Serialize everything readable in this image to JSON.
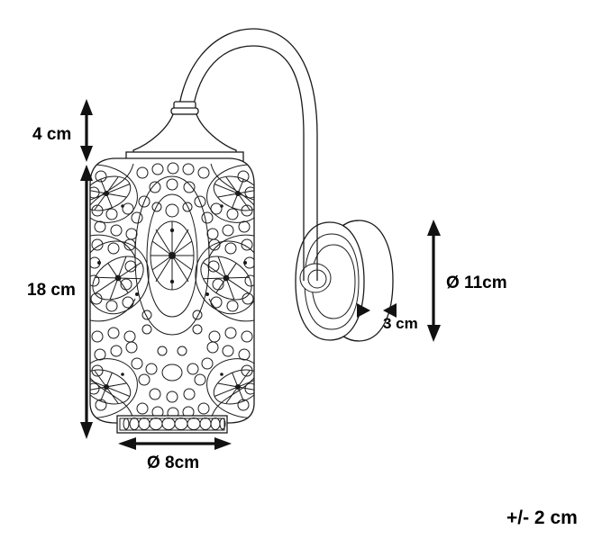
{
  "drawing": {
    "title": "Wall lamp technical dimension drawing",
    "subject": "moroccan-style wall sconce",
    "background_color": "#ffffff",
    "line_color": "#1a1a1a",
    "text_color": "#000000"
  },
  "dimensions": {
    "shade_height": {
      "label": "18 cm",
      "value": 18,
      "unit": "cm",
      "orientation": "vertical",
      "name": "shade-height"
    },
    "cap_height": {
      "label": "4 cm",
      "value": 4,
      "unit": "cm",
      "orientation": "vertical",
      "name": "cap-height"
    },
    "shade_diameter": {
      "label": "Ø 8cm",
      "value": 8,
      "unit": "cm",
      "orientation": "horizontal",
      "name": "shade-diameter"
    },
    "backplate_diameter": {
      "label": "Ø 11cm",
      "value": 11,
      "unit": "cm",
      "orientation": "vertical",
      "name": "backplate-diameter"
    },
    "backplate_depth": {
      "label": "3 cm",
      "value": 3,
      "unit": "cm",
      "orientation": "horizontal",
      "name": "backplate-depth"
    }
  },
  "tolerance": {
    "label": "+/- 2 cm",
    "value": 2,
    "unit": "cm"
  }
}
